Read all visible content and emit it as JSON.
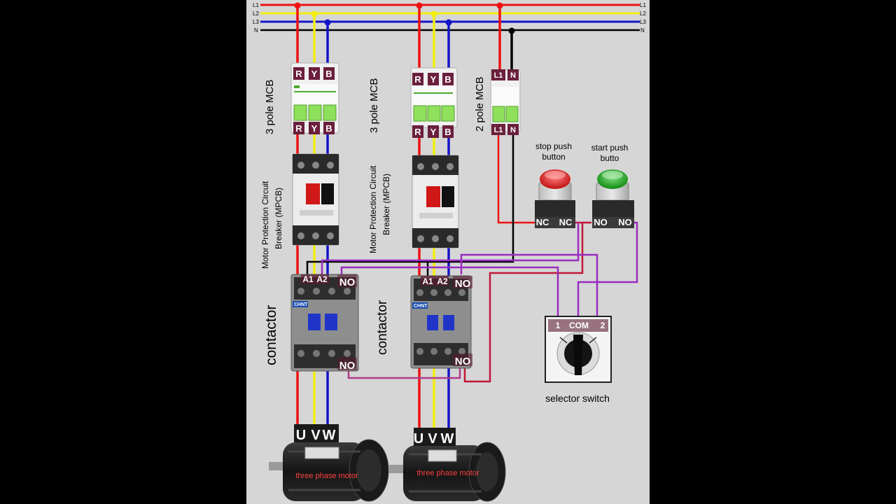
{
  "bus": {
    "left_labels": [
      "L1",
      "L2",
      "L3",
      "N"
    ],
    "right_labels": [
      "L1",
      "L2",
      "L3",
      "N"
    ],
    "colors": {
      "L1": "#ee1111",
      "L2": "#f2ee10",
      "L3": "#1414c8",
      "N": "#000000",
      "control_purple": "#9a2cc0",
      "control_magenta": "#b03a8a",
      "control_red": "#d01840"
    }
  },
  "mcb1": {
    "top_terms": [
      "R",
      "Y",
      "B"
    ],
    "bottom_terms": [
      "R",
      "Y",
      "B"
    ],
    "label": "3 pole MCB"
  },
  "mcb2": {
    "top_terms": [
      "R",
      "Y",
      "B"
    ],
    "bottom_terms": [
      "R",
      "Y",
      "B"
    ],
    "label": "3 pole MCB"
  },
  "mcb3": {
    "top_terms": [
      "L1",
      "N"
    ],
    "bottom_terms": [
      "L1",
      "N"
    ],
    "label": "2 pole MCB"
  },
  "mpcb1": {
    "label_line1": "Motor Protection Circuit",
    "label_line2": "Breaker (MPCB)"
  },
  "mpcb2": {
    "label_line1": "Motor Protection Circuit",
    "label_line2": "Breaker (MPCB)"
  },
  "contactor1": {
    "label": "contactor",
    "a1": "A1",
    "a2": "A2",
    "no_top": "NO",
    "no_bottom": "NO",
    "brand": "CHNT"
  },
  "contactor2": {
    "label": "contactor",
    "a1": "A1",
    "a2": "A2",
    "no_top": "NO",
    "no_bottom": "NO",
    "brand": "CHNT"
  },
  "stop_button": {
    "label_line1": "stop push",
    "label_line2": "button",
    "t1": "NC",
    "t2": "NC"
  },
  "start_button": {
    "label_line1": "start push",
    "label_line2": "butto",
    "t1": "NO",
    "t2": "NO"
  },
  "selector": {
    "t1": "1",
    "com": "COM",
    "t2": "2",
    "label": "selector switch"
  },
  "motor1": {
    "terms": [
      "U",
      "V",
      "W"
    ],
    "label": "three phase motor"
  },
  "motor2": {
    "terms": [
      "U",
      "V",
      "W"
    ],
    "label": "three phase motor"
  }
}
